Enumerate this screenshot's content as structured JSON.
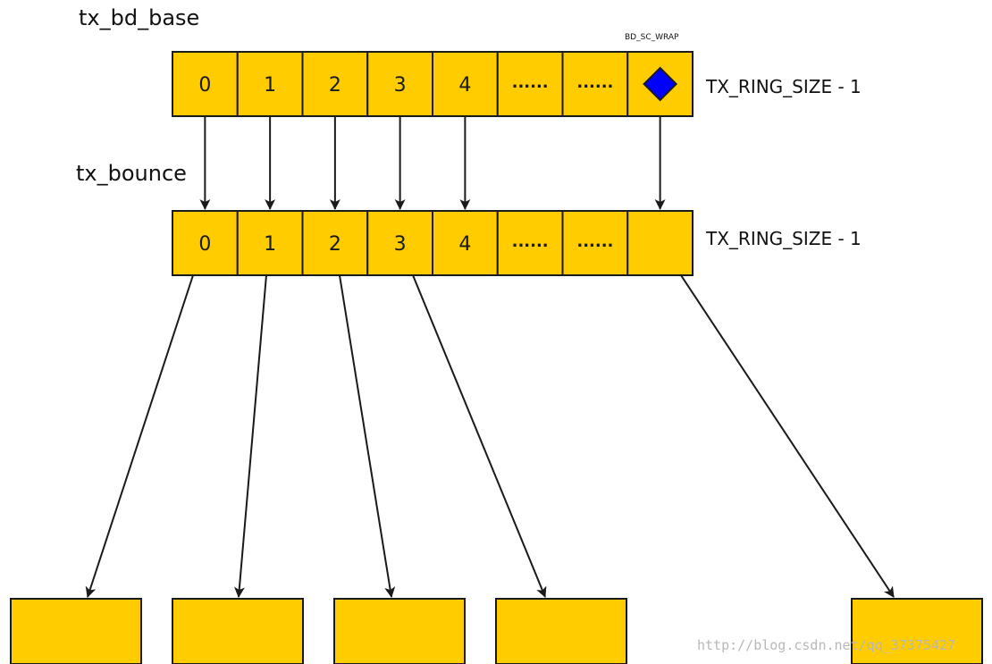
{
  "labels": {
    "tx_bd_base": "tx_bd_base",
    "tx_bounce": "tx_bounce",
    "ring_size_top": "TX_RING_SIZE - 1",
    "ring_size_bottom": "TX_RING_SIZE - 1",
    "wrap_flag": "BD_SC_WRAP",
    "watermark": "http://blog.csdn.net/qq_37375427"
  },
  "colors": {
    "cell_fill": "#ffcc00",
    "stroke": "#1a1a1a",
    "wrap_marker": "#0000ff"
  },
  "bd_ring": {
    "cells": [
      "0",
      "1",
      "2",
      "3",
      "4",
      "......",
      "......",
      ""
    ],
    "wrap_marker_icon": "diamond-icon"
  },
  "bounce_ring": {
    "cells": [
      "0",
      "1",
      "2",
      "3",
      "4",
      "......",
      "......",
      ""
    ]
  },
  "buffers": {
    "count": 5
  }
}
